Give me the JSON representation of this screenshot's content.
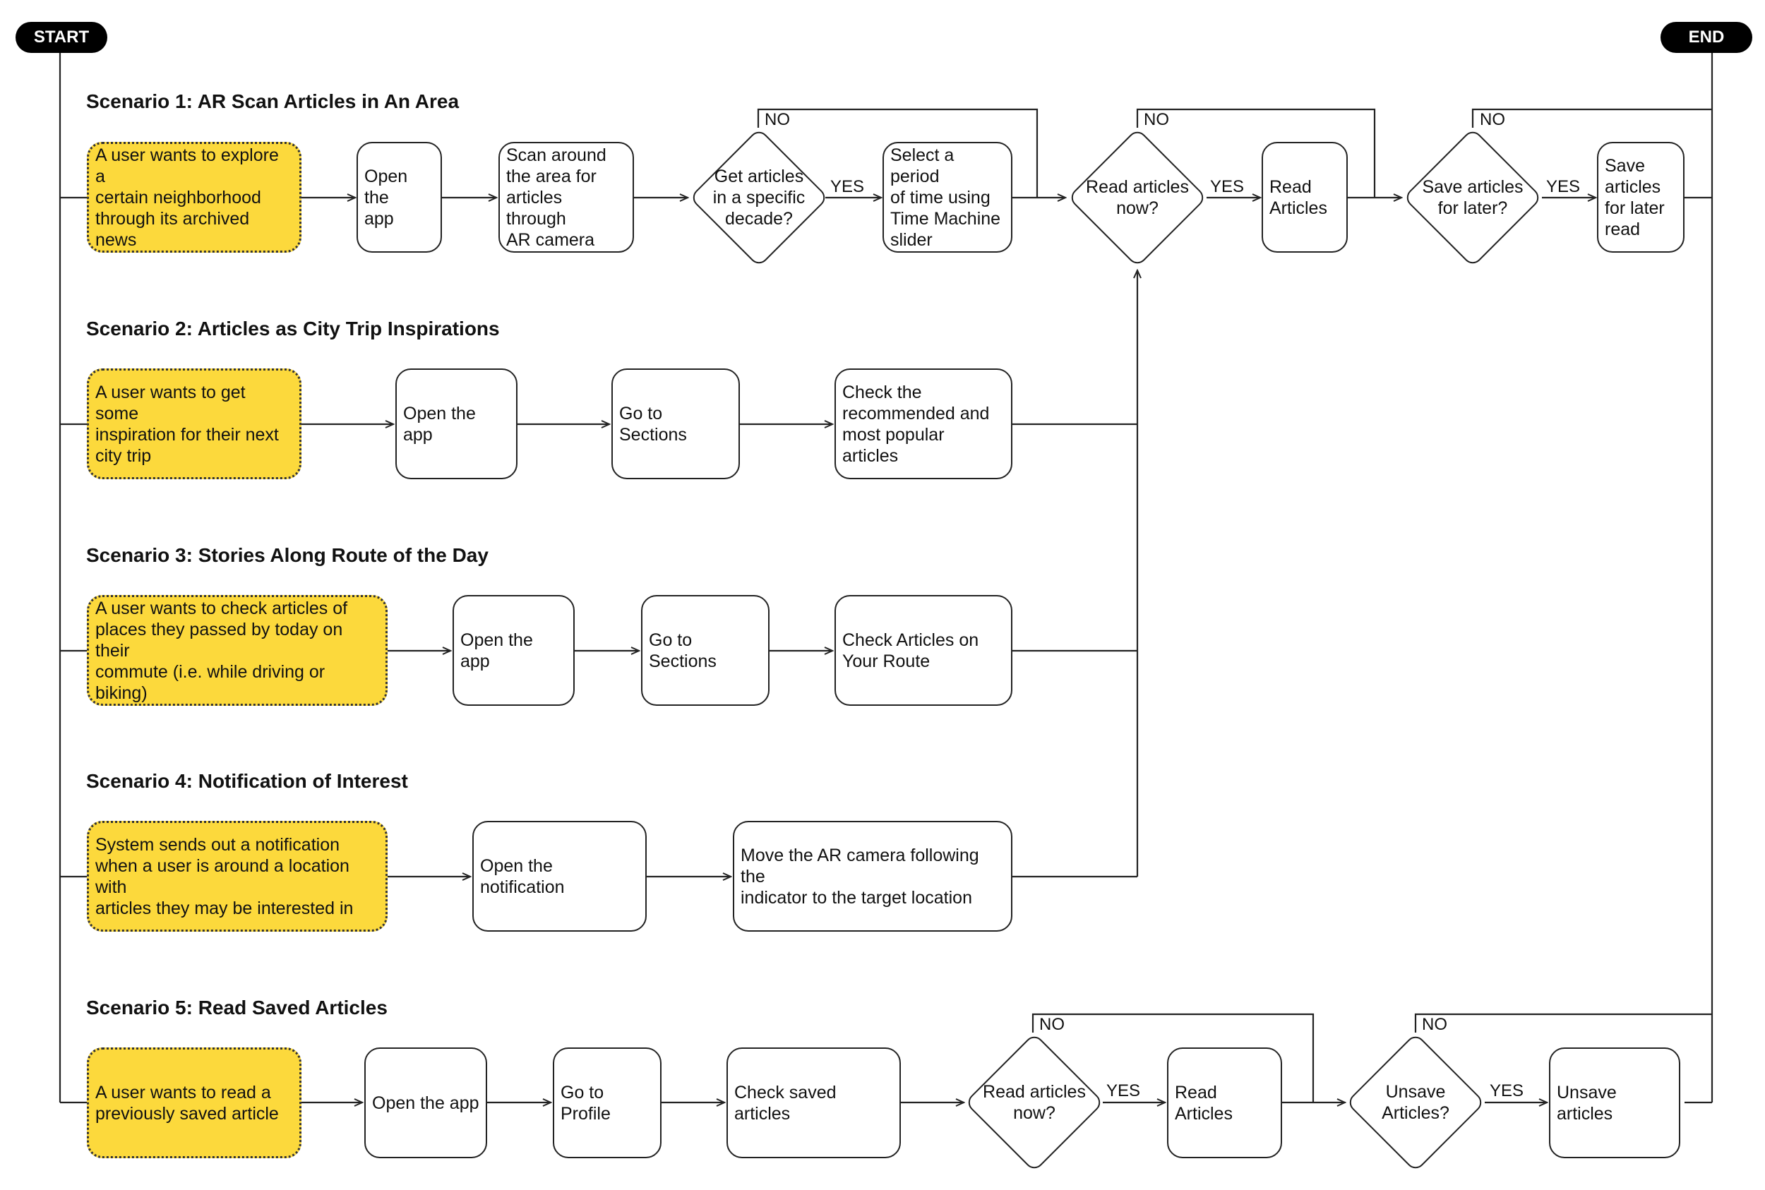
{
  "terminals": {
    "start": "START",
    "end": "END"
  },
  "scenarios": [
    {
      "title": "Scenario 1: AR Scan Articles in An Area",
      "trigger": "A user wants to explore a\ncertain neighborhood\nthrough its archived news",
      "steps": [
        "Open the\napp",
        "Scan around\nthe area for\narticles through\nAR camera"
      ],
      "decision": "Get articles\nin a specific\ndecade?",
      "yes_step": "Select a period\nof time using\nTime Machine\nslider"
    },
    {
      "title": "Scenario 2: Articles as City Trip Inspirations",
      "trigger": "A user wants to get some\ninspiration for their next\ncity trip",
      "steps": [
        "Open the app",
        "Go to Sections",
        "Check the\nrecommended and\nmost popular articles"
      ]
    },
    {
      "title": "Scenario 3: Stories Along Route of the Day",
      "trigger": "A user wants to check articles of\nplaces they passed by today on their\ncommute (i.e. while driving or biking)",
      "steps": [
        "Open the app",
        "Go to Sections",
        "Check Articles on\nYour Route"
      ]
    },
    {
      "title": "Scenario 4: Notification of Interest",
      "trigger": "System sends out a notification\nwhen a user is around a location with\narticles they may be interested in",
      "steps": [
        "Open the notification",
        "Move the AR camera following the\nindicator to the target location"
      ]
    },
    {
      "title": "Scenario 5: Read Saved Articles",
      "trigger": "A user wants to read a\npreviously saved article",
      "steps": [
        "Open the app",
        "Go to Profile",
        "Check saved articles"
      ],
      "decision_read": "Read articles\nnow?",
      "read_step": "Read Articles",
      "decision_unsave": "Unsave\nArticles?",
      "unsave_step": "Unsave articles"
    }
  ],
  "shared": {
    "decision_read": "Read articles\nnow?",
    "read_step": "Read\nArticles",
    "decision_save": "Save articles\nfor later?",
    "save_step": "Save\narticles\nfor later\nread"
  },
  "labels": {
    "yes": "YES",
    "no": "NO"
  }
}
